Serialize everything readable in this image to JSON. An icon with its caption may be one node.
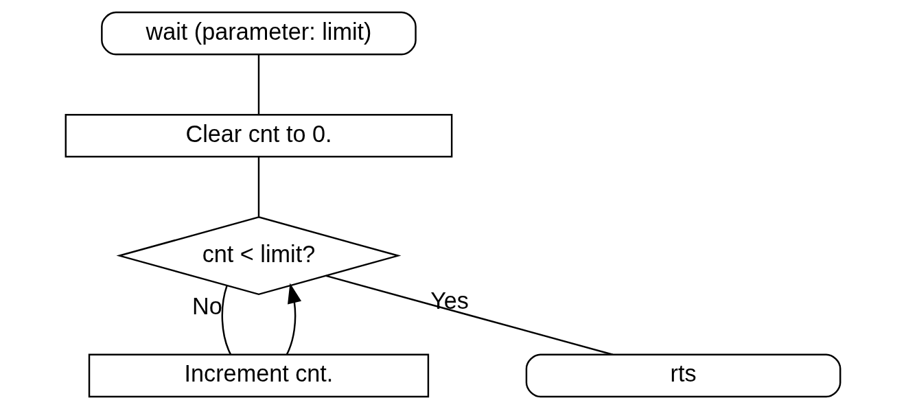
{
  "diagram": {
    "nodes": [
      {
        "text": [
          "wait (parameter: limit)"
        ]
      },
      {
        "text": [
          "Clear cnt to 0."
        ]
      },
      {
        "text": [
          "cnt < limit?"
        ]
      },
      {
        "text": [
          "Increment cnt."
        ]
      },
      {
        "text": [
          "rts"
        ]
      }
    ],
    "edges": [
      {
        "from": 0,
        "to": 1,
        "arrow": "none"
      },
      {
        "from": 1,
        "to": 2,
        "arrow": "none"
      },
      {
        "from": 2,
        "to": 3,
        "arrow": "none",
        "label": "No"
      },
      {
        "from": 3,
        "to": 2,
        "arrow": "to"
      },
      {
        "from": 2,
        "to": 4,
        "arrow": "none",
        "label": "Yes"
      }
    ]
  }
}
